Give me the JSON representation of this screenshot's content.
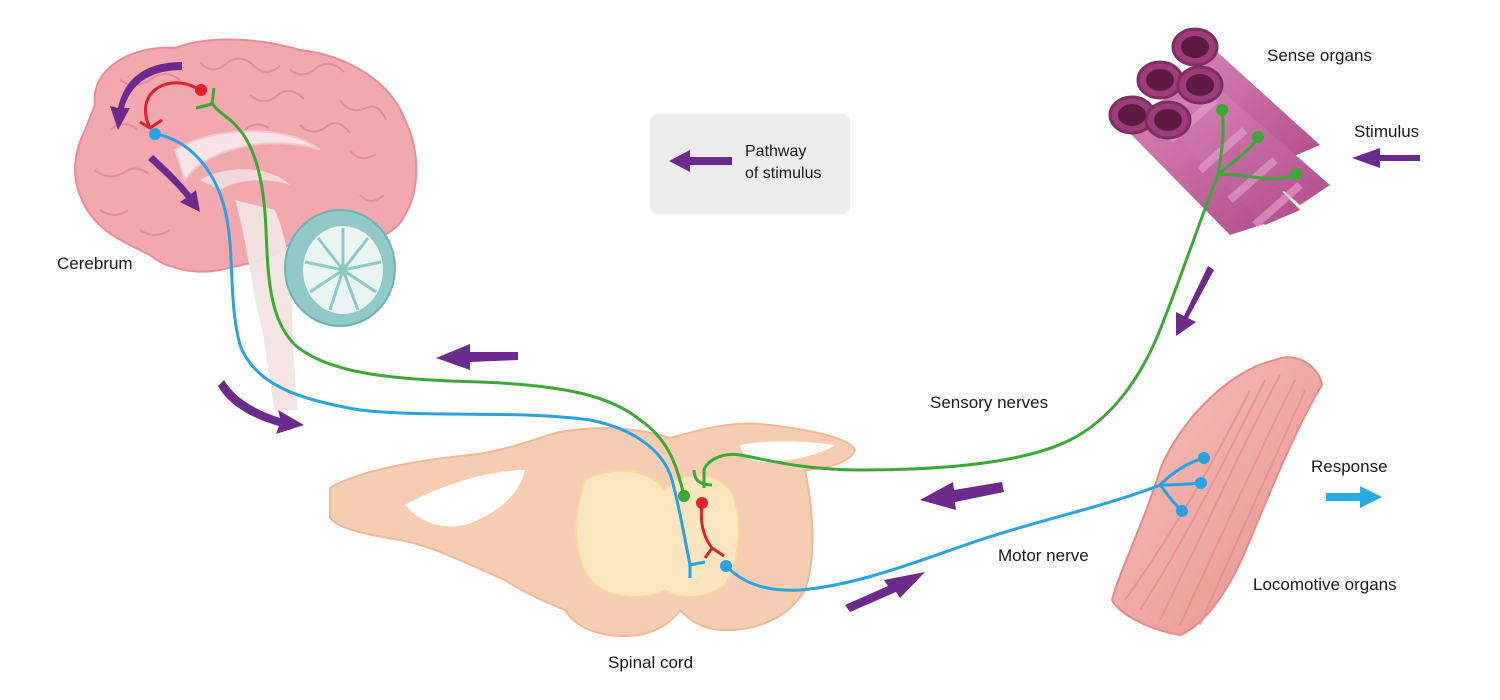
{
  "labels": {
    "cerebrum": "Cerebrum",
    "sense_organs": "Sense organs",
    "stimulus": "Stimulus",
    "sensory_nerves": "Sensory nerves",
    "response": "Response",
    "motor_nerve": "Motor nerve",
    "locomotive_organs": "Locomotive organs",
    "spinal_cord": "Spinal cord"
  },
  "legend": {
    "line1": "Pathway",
    "line2": "of stimulus"
  },
  "colors": {
    "pathway_arrow": "#6b2a8c",
    "response_arrow": "#29abe2",
    "sensory_nerve": "#3aa935",
    "motor_nerve": "#29a3e0",
    "interneuron": "#e0202e",
    "brain": "#f3a9b0",
    "cerebellum": "#8fc8c6",
    "spinal_cord": "#f6cdb0",
    "grey_matter": "#fbe7bf",
    "sense_organ": "#c96aa3",
    "muscle": "#f0a3a0",
    "legend_bg": "#ececec"
  },
  "icons": [
    "brain-illustration",
    "cerebellum-illustration",
    "spinal-cord-illustration",
    "sense-organ-illustration",
    "muscle-illustration",
    "pathway-arrow-icon",
    "response-arrow-icon"
  ]
}
